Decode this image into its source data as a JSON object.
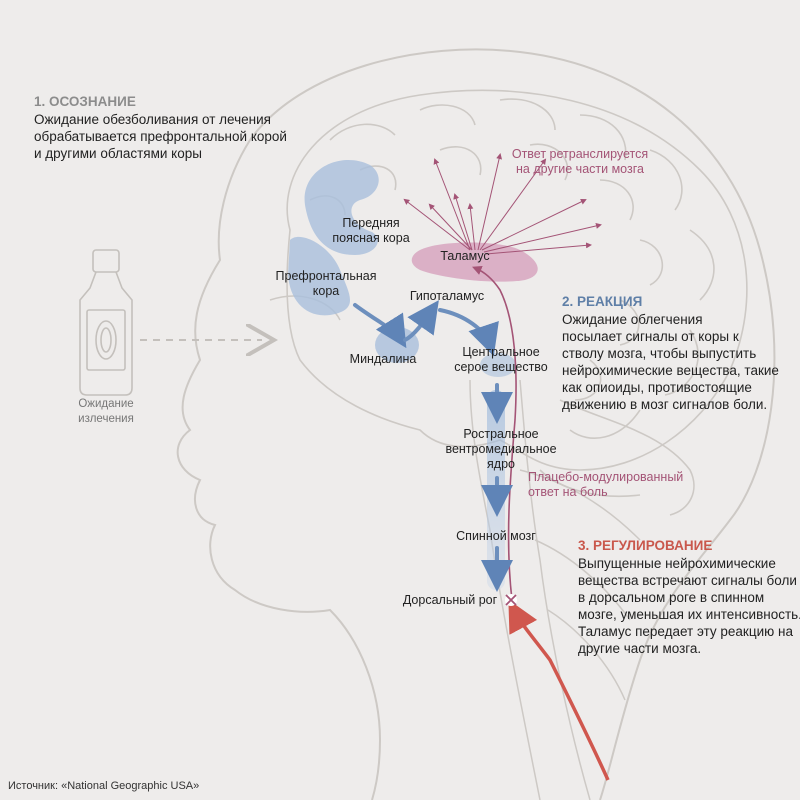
{
  "steps": [
    {
      "id": "awareness",
      "heading": "1. ОСОЗНАНИЕ",
      "lines": [
        "Ожидание обезболивания от лечения",
        "обрабатывается префронтальной корой",
        "и другими областями коры"
      ],
      "heading_color": "#8c8c8c"
    },
    {
      "id": "reaction",
      "heading": "2. РЕАКЦИЯ",
      "lines": [
        "Ожидание облегчения",
        "посылает сигналы от коры к",
        "стволу мозга, чтобы выпустить",
        "нейрохимические вещества, такие",
        "как опиоиды, противостоящие",
        "движению в мозг сигналов боли."
      ],
      "heading_color": "#5f7fa7"
    },
    {
      "id": "regulation",
      "heading": "3. РЕГУЛИРОВАНИЕ",
      "lines": [
        "Выпущенные нейрохимические",
        "вещества встречают сигналы боли",
        "в дорсальном роге в спинном",
        "мозге, уменьшая их интенсивность.",
        "Таламус передает эту реакцию на",
        "другие части мозга."
      ],
      "heading_color": "#c9584c"
    }
  ],
  "regions": {
    "acc": [
      "Передняя",
      "поясная кора"
    ],
    "pfc": [
      "Префронтальная",
      "кора"
    ],
    "thalamus": [
      "Таламус"
    ],
    "hypothalamus": [
      "Гипоталамус"
    ],
    "amygdala": [
      "Миндалина"
    ],
    "pag": [
      "Центральное",
      "серое вещество"
    ],
    "rvm": [
      "Ростральное",
      "вентромедиальное",
      "ядро"
    ],
    "spinal": [
      "Спинной мозг"
    ],
    "dorsal": [
      "Дорсальный рог"
    ]
  },
  "annotations": {
    "relay": [
      "Ответ ретранслируется",
      "на другие части мозга"
    ],
    "placebo": [
      "Плацебо-модулированный",
      "ответ на боль"
    ],
    "bottle": [
      "Ожидание",
      "излечения"
    ]
  },
  "source": "Источник: «National Geographic USA»",
  "colors": {
    "background": "#eeeceb",
    "outline": "#c9c5c2",
    "cortex_blue": "#a9bfdc",
    "arrow_blue": "#6d8fbd",
    "thalamus_pink": "#d7a6c0",
    "relay_pink": "#a45476",
    "pain_red": "#d0574e"
  },
  "icons": [
    "medicine-bottle-icon",
    "block-x-icon"
  ]
}
